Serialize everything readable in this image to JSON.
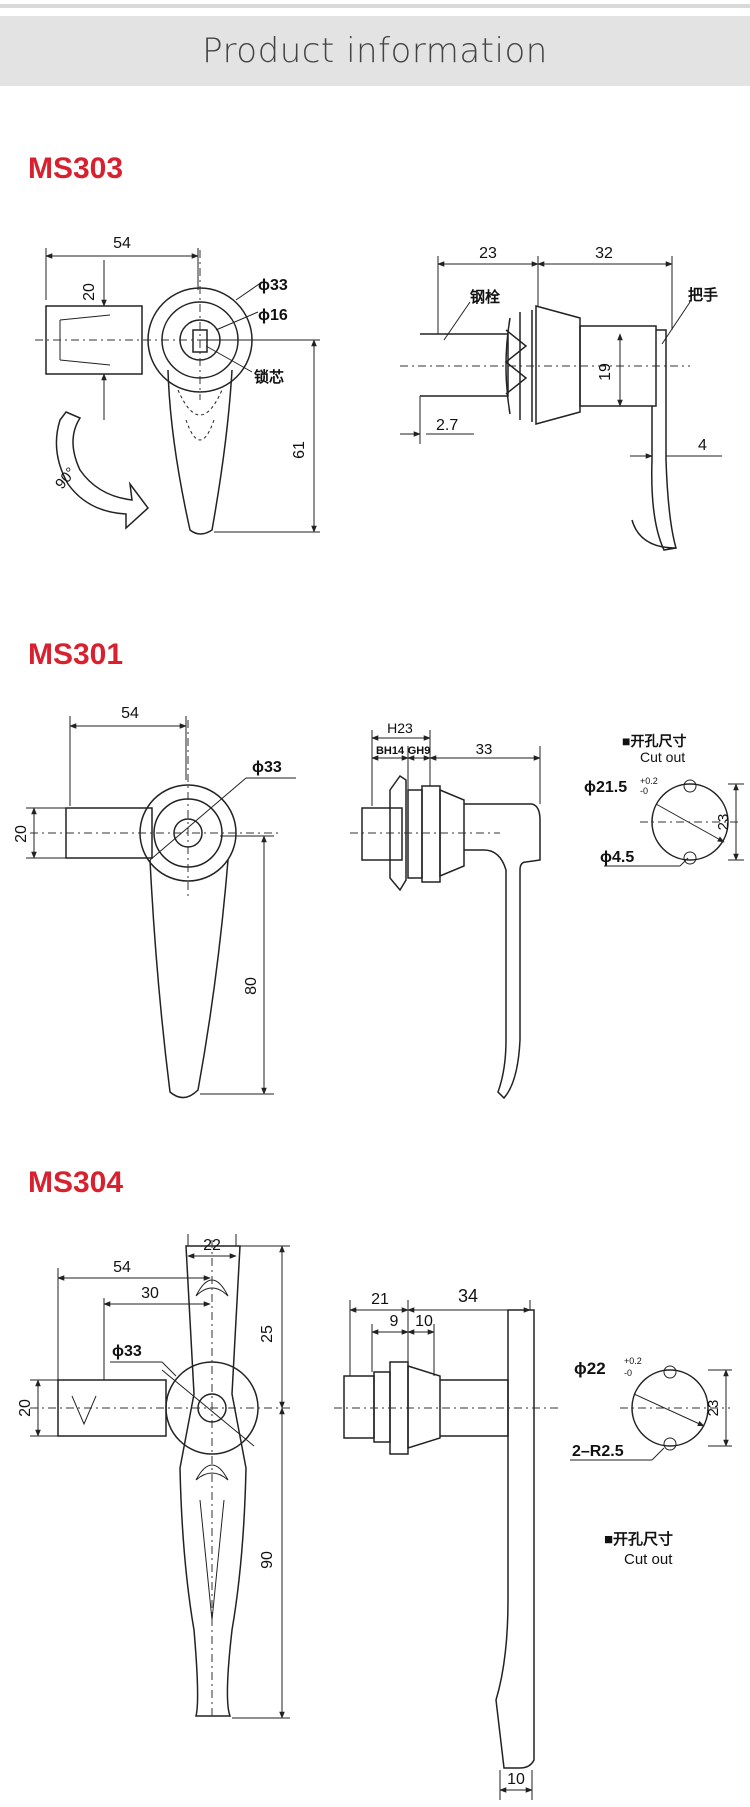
{
  "header": {
    "title": "Product information"
  },
  "ms303": {
    "model": "MS303",
    "front": {
      "d54": "54",
      "d20": "20",
      "phi33": "ϕ33",
      "phi16": "ϕ16",
      "core": "锁芯",
      "d61": "61",
      "rot": "90°"
    },
    "side": {
      "d23": "23",
      "d32": "32",
      "bolt": "钢栓",
      "handle": "把手",
      "d19": "19",
      "d27": "2.7",
      "d4": "4"
    }
  },
  "ms301": {
    "model": "MS301",
    "front": {
      "d54": "54",
      "phi33": "ϕ33",
      "d20": "20",
      "d80": "80"
    },
    "side": {
      "h23": "H23",
      "bh14": "BH14",
      "gh9": "GH9",
      "d33": "33"
    },
    "cutout": {
      "title": "■开孔尺寸",
      "title_en": "Cut out",
      "phi215": "ϕ21.5",
      "tol_up": "+0.2",
      "tol_dn": "-0",
      "d23": "23",
      "phi45": "ϕ4.5"
    }
  },
  "ms304": {
    "model": "MS304",
    "front": {
      "d22": "22",
      "d54": "54",
      "d30": "30",
      "phi33": "ϕ33",
      "d25": "25",
      "d20": "20",
      "d90": "90"
    },
    "side": {
      "d21": "21",
      "d34": "34",
      "d9": "9",
      "d10": "10",
      "d10b": "10"
    },
    "cutout": {
      "phi22": "ϕ22",
      "tol_up": "+0.2",
      "tol_dn": "-0",
      "d23": "23",
      "r25": "2–R2.5",
      "title": "■开孔尺寸",
      "title_en": "Cut out"
    }
  }
}
